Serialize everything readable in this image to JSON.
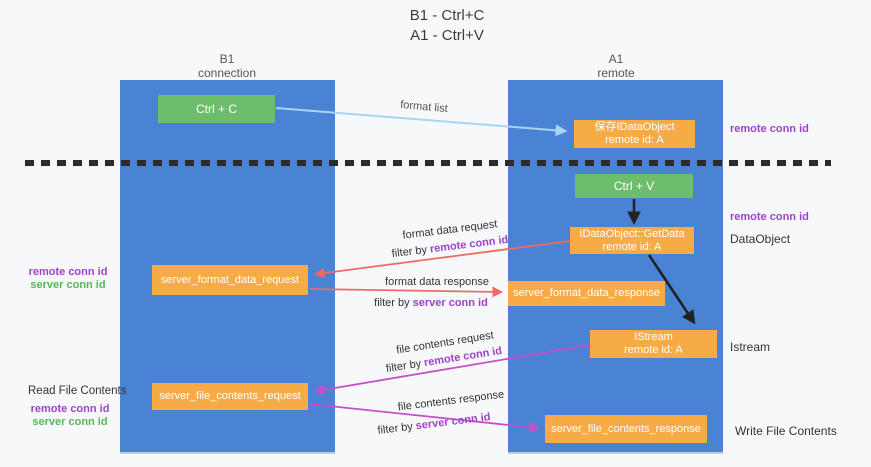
{
  "title": {
    "line1": "B1 - Ctrl+C",
    "line2": "A1 - Ctrl+V"
  },
  "columns": {
    "left": {
      "name": "B1",
      "role": "connection"
    },
    "right": {
      "name": "A1",
      "role": "remote"
    }
  },
  "boxes": {
    "ctrl_c": {
      "label": "Ctrl + C"
    },
    "ctrl_v": {
      "label": "Ctrl + V"
    },
    "save_dataobject": {
      "line1": "保存IDataObject",
      "line2": "remote id: A"
    },
    "getdata": {
      "line1": "IDataObject::GetData",
      "line2": "remote id: A"
    },
    "format_request": {
      "label": "server_format_data_request"
    },
    "format_response": {
      "label": "server_format_data_response"
    },
    "istream": {
      "line1": "IStream",
      "line2": "remote id: A"
    },
    "file_request": {
      "label": "server_file_contents_request"
    },
    "file_response": {
      "label": "server_file_contents_response"
    }
  },
  "labels": {
    "remote_conn_id_top": "remote conn id",
    "remote_conn_id_mid": "remote conn id",
    "dataobject": "DataObject",
    "istream": "Istream",
    "write_file_contents": "Write File Contents",
    "read_file_contents": "Read File Contents",
    "left1_remote": "remote conn id",
    "left1_server": "server conn id",
    "left2_remote": "remote conn id",
    "left2_server": "server conn id"
  },
  "arrows": {
    "format_list": "format list",
    "format_data_request": "format data request",
    "format_data_response": "format data response",
    "file_contents_request": "file contents request",
    "file_contents_response": "file contents response",
    "filter_prefix": "filter by",
    "filter_remote": "remote conn id",
    "filter_server": "server conn id"
  },
  "colors": {
    "column_blue": "#4a82d4",
    "box_orange": "#f7ab47",
    "box_green": "#6dbd6d",
    "label_purple": "#9e42c8",
    "label_green": "#57b65c",
    "arrow_red": "#ec6b63",
    "arrow_magenta": "#c74fc7",
    "arrow_blue": "#a9d5f2",
    "arrow_black": "#222222"
  }
}
